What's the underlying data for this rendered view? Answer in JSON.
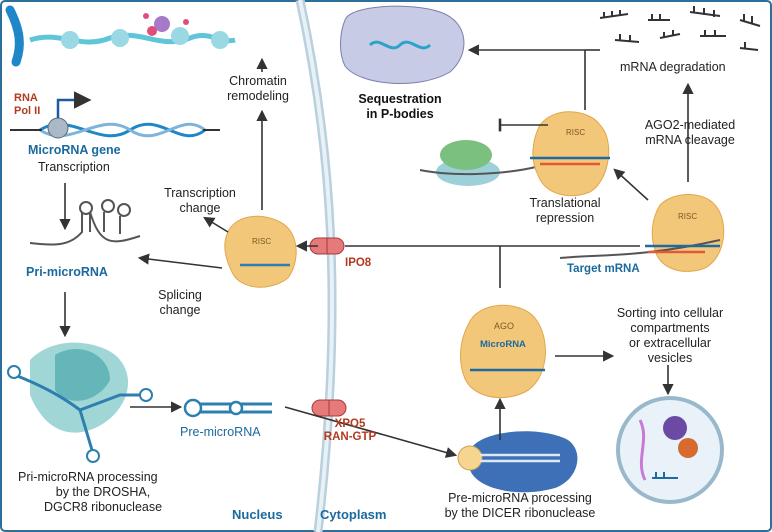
{
  "nucleus_panel": {
    "rna_pol": [
      "RNA",
      "Pol II"
    ],
    "gene": "MicroRNA gene",
    "transcription": "Transcription",
    "pri_mirna": "Pri-microRNA",
    "chromatin": [
      "Chromatin",
      "remodeling"
    ],
    "transcription_change": [
      "Transcription",
      "change"
    ],
    "splicing_change": [
      "Splicing",
      "change"
    ],
    "drosha": [
      "Pri-microRNA processing",
      "by the DROSHA,",
      "DGCR8 ribonuclease"
    ],
    "pre_mirna": "Pre-microRNA",
    "risc": "RISC",
    "compartment": "Nucleus"
  },
  "membrane": {
    "ipo8": "IPO8",
    "xpo5": [
      "XPO5",
      "RAN-GTP"
    ]
  },
  "cytoplasm_panel": {
    "compartment": "Cytoplasm",
    "sequestration": [
      "Sequestration",
      "in P-bodies"
    ],
    "mrna_degradation": "mRNA degradation",
    "ago2": [
      "AGO2-mediated",
      "mRNA cleavage"
    ],
    "translational": [
      "Translational",
      "repression"
    ],
    "target_mrna": "Target mRNA",
    "sorting": [
      "Sorting into cellular",
      "compartments",
      "or extracellular",
      "vesicles"
    ],
    "ago": "AGO",
    "ago_mirna": "MicroRNA",
    "dicer": [
      "Pre-microRNA processing",
      "by the DICER ribonuclease"
    ],
    "risc_1": "RISC",
    "risc_2": "RISC"
  },
  "colors": {
    "frame": "#2d6f9a",
    "membrane": "#b9d0de",
    "risc_body": "#f3c77a",
    "blue_label": "#1b6a9e",
    "red_label": "#b23a1e",
    "channel": "#d95b5b"
  }
}
